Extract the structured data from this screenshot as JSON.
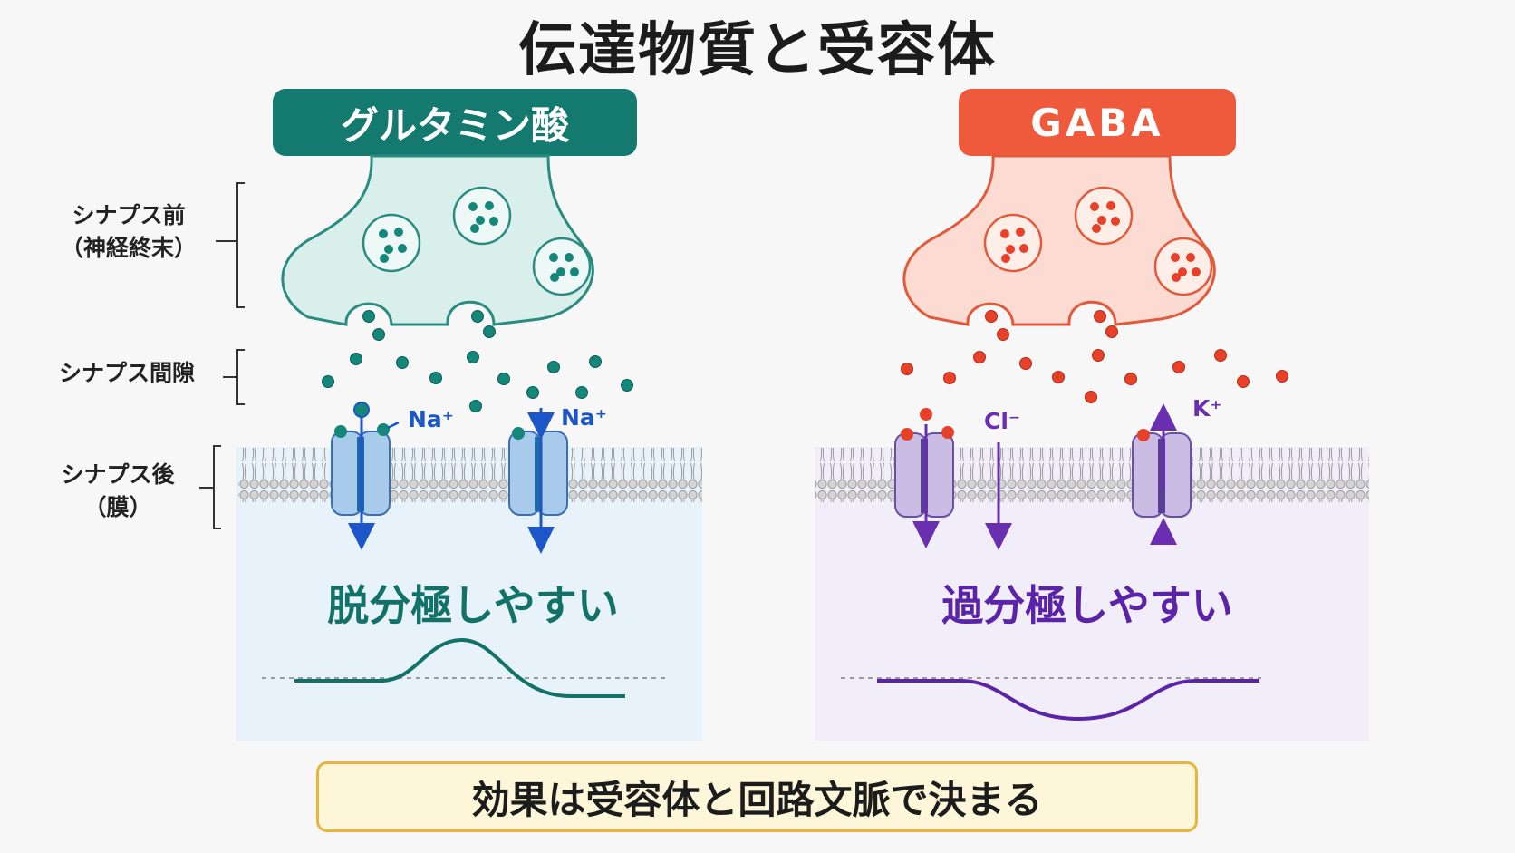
{
  "title": "伝達物質と受容体",
  "left_panel": {
    "tag": "グルタミン酸",
    "color": "#147a70",
    "effect": "脱分極しやすい",
    "ion_1": "Na⁺",
    "ion_2": "Na⁺"
  },
  "right_panel": {
    "tag": "GABA",
    "color": "#ee5a3b",
    "effect": "過分極しやすい",
    "ion_1": "Cl⁻",
    "ion_2": "K⁺"
  },
  "side_labels": {
    "presynaptic_1": "シナプス前",
    "presynaptic_2": "（神経終末）",
    "cleft": "シナプス間隙",
    "postsynaptic_1": "シナプス後",
    "postsynaptic_2": "（膜）"
  },
  "footer": "効果は受容体と回路文脈で決まる",
  "colors": {
    "teal": "#147a70",
    "orange_red": "#ee5a3b",
    "purple": "#5b24a8",
    "blue_arrow": "#1c56c9"
  }
}
